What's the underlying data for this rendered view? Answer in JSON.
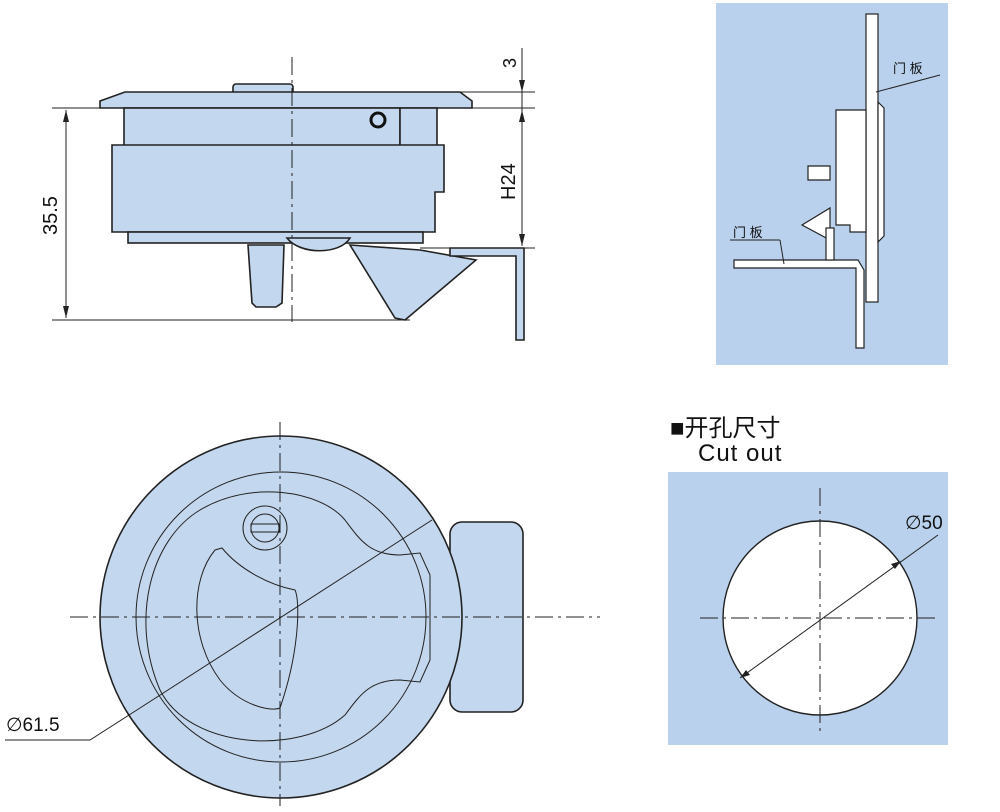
{
  "side_view": {
    "dim_total": "35.5",
    "dim_flange": "3",
    "dim_height": "H24"
  },
  "install_view": {
    "door_panel_label_top": "门 板",
    "door_panel_label_bottom": "门 板"
  },
  "front_view": {
    "dim_diameter": "∅61.5"
  },
  "cutout": {
    "title_cn": "■开孔尺寸",
    "title_en": "Cut out",
    "dim_diameter": "∅50"
  },
  "colors": {
    "part_fill": "#c3d7ee",
    "panel_bg": "#b9d1ec",
    "line": "#222222"
  }
}
